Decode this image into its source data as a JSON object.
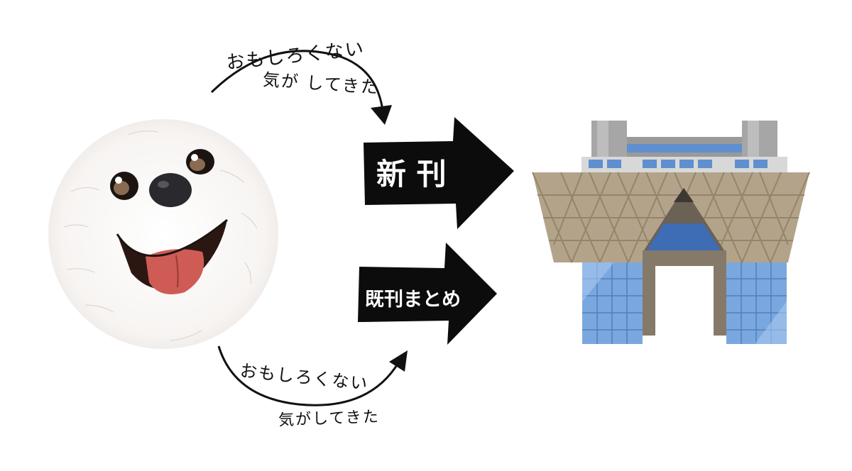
{
  "top_note": {
    "line1": "おもしろくない",
    "line2": "気が してきた"
  },
  "bottom_note": {
    "line1": "おもしろくない",
    "line2": "気がしてきた"
  },
  "arrow_new": {
    "label": "新 刊"
  },
  "arrow_back": {
    "label": "既刊まとめ"
  },
  "icons": {
    "dog": "dog-face-icon",
    "building": "big-sight-building-icon"
  },
  "colors": {
    "ink": "#111111",
    "building_tan": "#b5a58c",
    "glass": "#6a9bd6",
    "roof": "#a8a8a8"
  }
}
